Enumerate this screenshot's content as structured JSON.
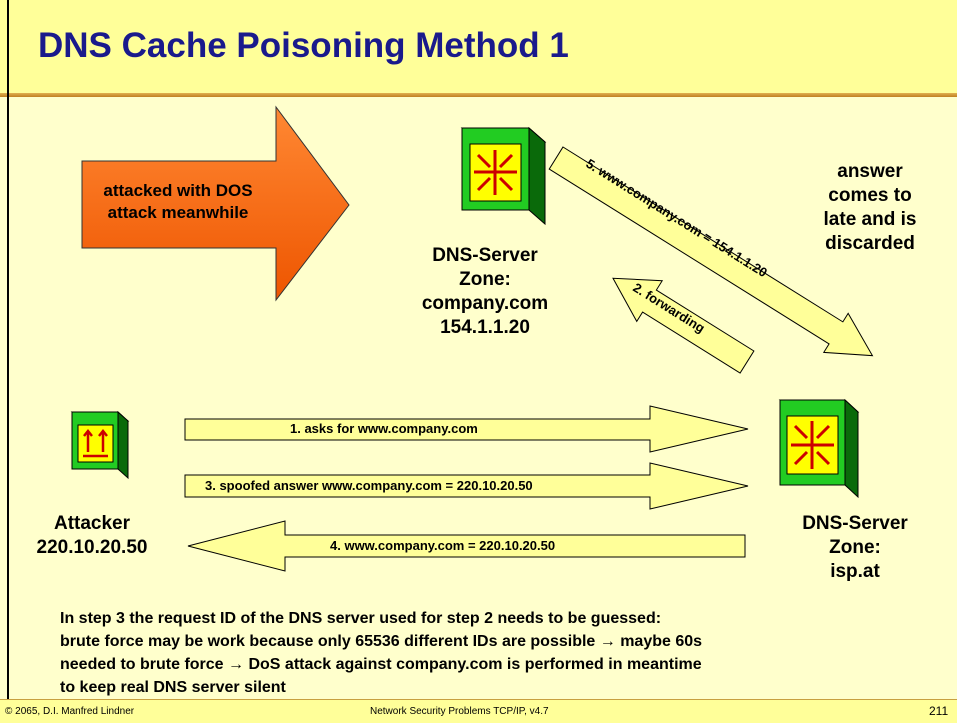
{
  "slide": {
    "title": "DNS Cache Poisoning Method 1",
    "dos_arrow_line1": "attacked with DOS",
    "dos_arrow_line2": "attack meanwhile",
    "answer_note": [
      "answer",
      "comes to",
      "late and is",
      "discarded"
    ],
    "company_server": {
      "lines": [
        "DNS-Server",
        "Zone:",
        "company.com",
        "154.1.1.20"
      ],
      "icon": "router-icon"
    },
    "isp_server": {
      "lines": [
        "DNS-Server",
        "Zone:",
        "isp.at"
      ],
      "icon": "router-icon"
    },
    "attacker": {
      "lines": [
        "Attacker",
        "220.10.20.50"
      ],
      "icon": "attacker-host-icon"
    },
    "arrows": {
      "step1": "1.  asks for www.company.com",
      "step2": "2. forwarding",
      "step3": "3.  spoofed answer www.company.com = 220.10.20.50",
      "step4": "4.  www.company.com = 220.10.20.50",
      "step5": "5. www.company.com = 154.1.1.20"
    },
    "note_lines": [
      "In step 3 the request ID of the DNS server used for step 2 needs to be guessed:",
      "brute force may be work because only 65536 different IDs are possible → maybe 60s",
      "needed to brute force → DoS attack against company.com is performed in meantime",
      "to keep real DNS server silent"
    ],
    "footer": {
      "copyright": "© 2065, D.I. Manfred Lindner",
      "course": "Network Security Problems TCP/IP, v4.7",
      "page": "211"
    },
    "colors": {
      "background": "#ffffcc",
      "title_text": "#1a1a8c",
      "arrow_fill": "#ffff99",
      "dos_arrow": "#ff6600",
      "cube_green": "#22cc22",
      "cube_face": "#ffff00",
      "icon_red": "#cc0000"
    }
  }
}
